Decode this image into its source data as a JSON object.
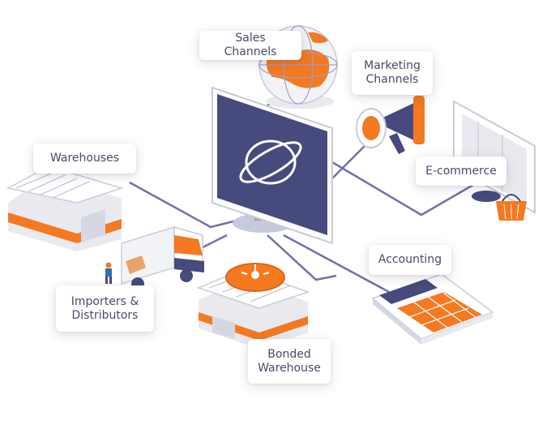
{
  "nodes": {
    "sales_channels": "Sales Channels",
    "marketing_channels": "Marketing\nChannels",
    "warehouses": "Warehouses",
    "ecommerce": "E-commerce",
    "accounting": "Accounting",
    "importers_distributors": "Importers &\nDistributors",
    "bonded_warehouse": "Bonded\nWarehouse"
  },
  "colors": {
    "accent_orange": "#f47920",
    "navy": "#474a7c",
    "line": "#6f72a8",
    "light_gray": "#e9eaf0",
    "white": "#ffffff"
  }
}
